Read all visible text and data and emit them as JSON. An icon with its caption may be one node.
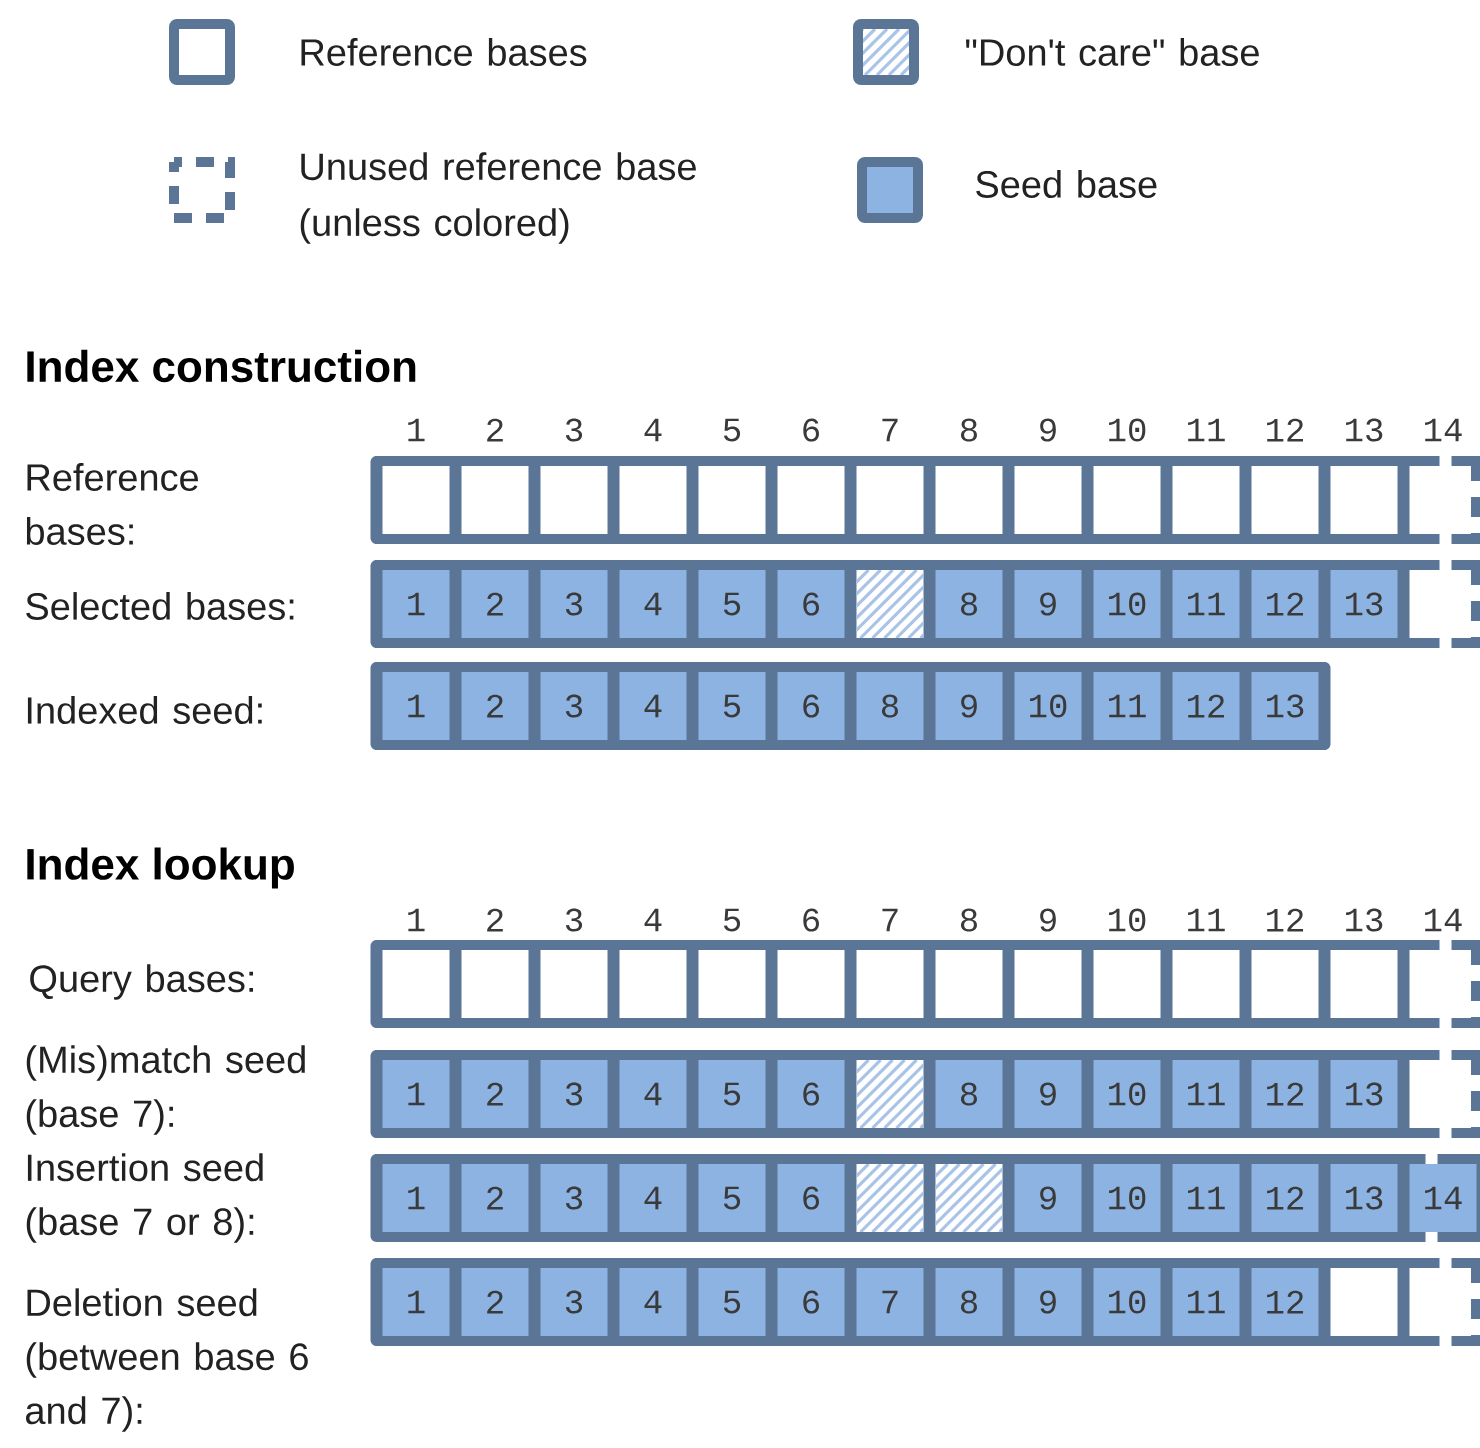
{
  "diagram": {
    "nodes": [
      {
        "text": [],
        "shape": "bar"
      },
      {
        "text": [],
        "shape": "box",
        "in": 0
      },
      {
        "text": [],
        "shape": "box",
        "in": 0
      },
      {
        "text": [],
        "shape": "box",
        "in": 0
      },
      {
        "text": [],
        "shape": "box",
        "in": 0
      },
      {
        "text": [],
        "shape": "box",
        "in": 0
      },
      {
        "text": [],
        "shape": "box",
        "in": 0
      },
      {
        "text": [],
        "shape": "box",
        "in": 0
      },
      {
        "text": [],
        "shape": "box",
        "in": 0
      },
      {
        "text": [],
        "shape": "box",
        "in": 0
      },
      {
        "text": [],
        "shape": "box",
        "in": 0
      },
      {
        "text": [],
        "shape": "box",
        "in": 0
      },
      {
        "text": [],
        "shape": "box",
        "in": 0
      },
      {
        "text": [],
        "shape": "box",
        "in": 0
      },
      {
        "text": [],
        "shape": "bar"
      },
      {
        "text": [
          "1"
        ],
        "in": 14
      },
      {
        "text": [
          "2"
        ],
        "in": 14
      },
      {
        "text": [
          "3"
        ],
        "in": 14
      },
      {
        "text": [
          "4"
        ],
        "in": 14
      },
      {
        "text": [
          "5"
        ],
        "in": 14
      },
      {
        "text": [
          "6"
        ],
        "in": 14
      },
      {
        "text": [],
        "shape": "box",
        "in": 14
      },
      {
        "text": [
          "8"
        ],
        "in": 14
      },
      {
        "text": [
          "9"
        ],
        "in": 14
      },
      {
        "text": [
          "10"
        ],
        "in": 14
      },
      {
        "text": [
          "11"
        ],
        "in": 14
      },
      {
        "text": [
          "12"
        ],
        "in": 14
      },
      {
        "text": [
          "13"
        ],
        "in": 14
      },
      {
        "text": [],
        "shape": "bar"
      },
      {
        "text": [
          "1"
        ],
        "in": 28
      },
      {
        "text": [
          "2"
        ],
        "in": 28
      },
      {
        "text": [
          "3"
        ],
        "in": 28
      },
      {
        "text": [
          "4"
        ],
        "in": 28
      },
      {
        "text": [
          "5"
        ],
        "in": 28
      },
      {
        "text": [
          "6"
        ],
        "in": 28
      },
      {
        "text": [
          "8"
        ],
        "in": 28
      },
      {
        "text": [
          "9"
        ],
        "in": 28
      },
      {
        "text": [
          "10"
        ],
        "in": 28
      },
      {
        "text": [
          "11"
        ],
        "in": 28
      },
      {
        "text": [
          "12"
        ],
        "in": 28
      },
      {
        "text": [
          "13"
        ],
        "in": 28
      },
      {
        "text": [],
        "shape": "bar"
      },
      {
        "text": [],
        "shape": "box",
        "in": 41
      },
      {
        "text": [],
        "shape": "box",
        "in": 41
      },
      {
        "text": [],
        "shape": "box",
        "in": 41
      },
      {
        "text": [],
        "shape": "box",
        "in": 41
      },
      {
        "text": [],
        "shape": "box",
        "in": 41
      },
      {
        "text": [],
        "shape": "box",
        "in": 41
      },
      {
        "text": [],
        "shape": "box",
        "in": 41
      },
      {
        "text": [],
        "shape": "box",
        "in": 41
      },
      {
        "text": [],
        "shape": "box",
        "in": 41
      },
      {
        "text": [],
        "shape": "box",
        "in": 41
      },
      {
        "text": [],
        "shape": "box",
        "in": 41
      },
      {
        "text": [],
        "shape": "box",
        "in": 41
      },
      {
        "text": [],
        "shape": "box",
        "in": 41
      },
      {
        "text": [],
        "shape": "bar"
      },
      {
        "text": [
          "1"
        ],
        "in": 55
      },
      {
        "text": [
          "2"
        ],
        "in": 55
      },
      {
        "text": [
          "3"
        ],
        "in": 55
      },
      {
        "text": [
          "4"
        ],
        "in": 55
      },
      {
        "text": [
          "5"
        ],
        "in": 55
      },
      {
        "text": [
          "6"
        ],
        "in": 55
      },
      {
        "text": [],
        "shape": "box",
        "in": 55
      },
      {
        "text": [
          "8"
        ],
        "in": 55
      },
      {
        "text": [
          "9"
        ],
        "in": 55
      },
      {
        "text": [
          "10"
        ],
        "in": 55
      },
      {
        "text": [
          "11"
        ],
        "in": 55
      },
      {
        "text": [
          "12"
        ],
        "in": 55
      },
      {
        "text": [
          "13"
        ],
        "in": 55
      },
      {
        "text": [],
        "shape": "bar"
      },
      {
        "text": [
          "1"
        ],
        "in": 69
      },
      {
        "text": [
          "2"
        ],
        "in": 69
      },
      {
        "text": [
          "3"
        ],
        "in": 69
      },
      {
        "text": [
          "4"
        ],
        "in": 69
      },
      {
        "text": [
          "5"
        ],
        "in": 69
      },
      {
        "text": [
          "6"
        ],
        "in": 69
      },
      {
        "text": [],
        "shape": "box",
        "in": 69
      },
      {
        "text": [],
        "shape": "box",
        "in": 69
      },
      {
        "text": [
          "9"
        ],
        "in": 69
      },
      {
        "text": [
          "10"
        ],
        "in": 69
      },
      {
        "text": [
          "11"
        ],
        "in": 69
      },
      {
        "text": [
          "12"
        ],
        "in": 69
      },
      {
        "text": [
          "13"
        ],
        "in": 69
      },
      {
        "text": [
          "14"
        ],
        "in": 69
      },
      {
        "text": [],
        "shape": "bar"
      },
      {
        "text": [
          "1"
        ],
        "in": 84
      },
      {
        "text": [
          "2"
        ],
        "in": 84
      },
      {
        "text": [
          "3"
        ],
        "in": 84
      },
      {
        "text": [
          "4"
        ],
        "in": 84
      },
      {
        "text": [
          "5"
        ],
        "in": 84
      },
      {
        "text": [
          "6"
        ],
        "in": 84
      },
      {
        "text": [
          "7"
        ],
        "in": 84
      },
      {
        "text": [
          "8"
        ],
        "in": 84
      },
      {
        "text": [
          "9"
        ],
        "in": 84
      },
      {
        "text": [
          "10"
        ],
        "in": 84
      },
      {
        "text": [
          "11"
        ],
        "in": 84
      },
      {
        "text": [
          "12"
        ],
        "in": 84
      },
      {
        "text": [],
        "shape": "box",
        "in": 84
      }
    ],
    "labels": [
      "Index construction",
      "1",
      "2",
      "3",
      "4",
      "5",
      "6",
      "7",
      "8",
      "9",
      "10",
      "11",
      "12",
      "13",
      "14",
      "Reference bases:",
      "Selected bases:",
      "Indexed seed:",
      "Index lookup",
      "1",
      "2",
      "3",
      "4",
      "5",
      "6",
      "7",
      "8",
      "9",
      "10",
      "11",
      "12",
      "13",
      "14",
      "Query bases:",
      "(Mis)match seed (base 7):",
      "Insertion seed (base 7 or 8):",
      "Deletion seed (between base 6 and 7):"
    ],
    "legend": [
      {
        "text": "Reference bases"
      },
      {
        "text": "\"Don't care\" base"
      },
      {
        "text": "Unused reference base (unless colored)"
      },
      {
        "text": "Seed base",
        "color": "#8db3e2"
      }
    ]
  }
}
